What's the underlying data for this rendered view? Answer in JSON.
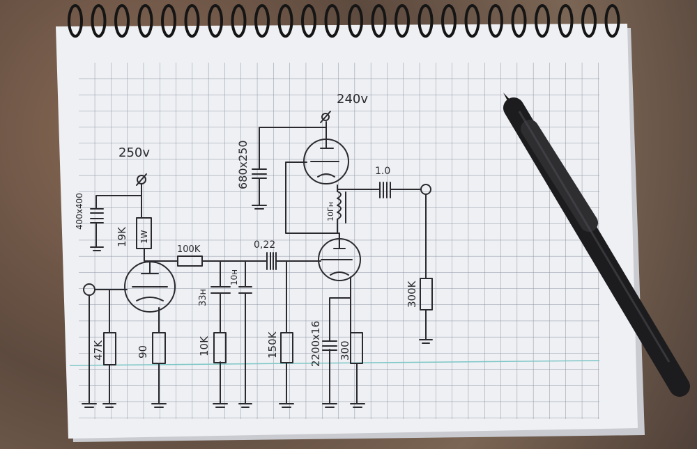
{
  "labels": {
    "v250": "250v",
    "v240": "240v",
    "c400": "400x400",
    "r19k": "19K",
    "r19k_power": "1W",
    "r100k": "100K",
    "c022": "0,22",
    "c680": "680x250",
    "c33": "33н",
    "c10": "10н",
    "r47k": "47K",
    "r90": "90",
    "r10k": "10K",
    "r150k": "150K",
    "c2200": "2200x16",
    "r300": "300",
    "l10h": "10Гн",
    "c10out": "1.0",
    "r300k": "300K"
  },
  "colors": {
    "paper": "#eef0f3",
    "grid": "#8d93a3",
    "ink": "#2a2a2e",
    "pen": "#1c1c1e"
  }
}
